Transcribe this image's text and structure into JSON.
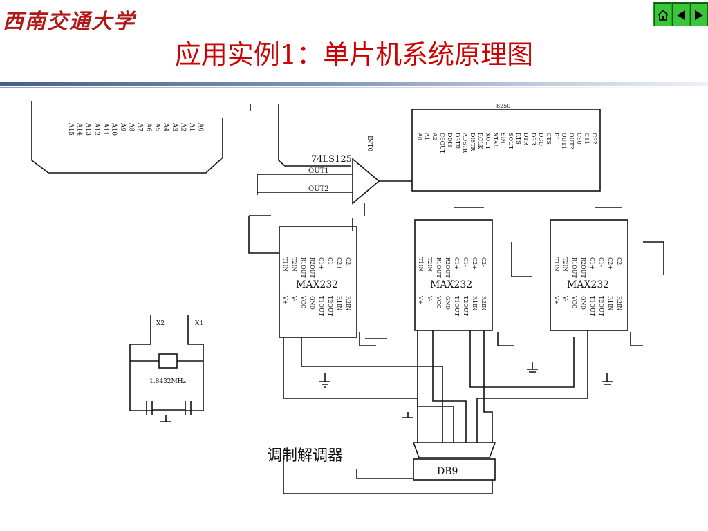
{
  "header": {
    "logo_text": "西南交通大学",
    "title": "应用实例1：单片机系统原理图"
  },
  "nav": {
    "buttons": [
      {
        "icon": "home-icon"
      },
      {
        "icon": "previous-icon"
      },
      {
        "icon": "next-icon"
      }
    ]
  },
  "diagram": {
    "address_lines": [
      "A15",
      "A14",
      "A13",
      "A12",
      "A11",
      "A10",
      "A9",
      "A8",
      "A7",
      "A6",
      "A5",
      "A4",
      "A3",
      "A2",
      "A1",
      "A0"
    ],
    "buffer_label": "74LS125",
    "int_label": "INT0",
    "out1_label": "OUT1",
    "out2_label": "OUT2",
    "uart_label": "8250",
    "uart_pins": [
      "A0",
      "A1",
      "A2",
      "CSOUT",
      "DDIS",
      "DSTR",
      "ADSTR",
      "DISTR",
      "RCLK",
      "XOUT",
      "XTAL",
      "SIN",
      "SOUT",
      "RTS",
      "DTR",
      "DSR",
      "DCD",
      "CTS",
      "RI",
      "OUT1",
      "OUT2",
      "CS0",
      "CS1",
      "CS2"
    ],
    "max_label": "MAX232",
    "max_pins": [
      "T1IN",
      "T2IN",
      "R1OUT",
      "R2OUT",
      "C1+",
      "C1-",
      "C2+",
      "C2-",
      "V+",
      "V-",
      "VCC",
      "GND",
      "T1OUT",
      "T2OUT",
      "R1IN",
      "R2IN"
    ],
    "crystal_label": "1.8432MHz",
    "x1": "X1",
    "x2": "X2",
    "modem_label": "调制解调器",
    "db9_label": "DB9"
  }
}
